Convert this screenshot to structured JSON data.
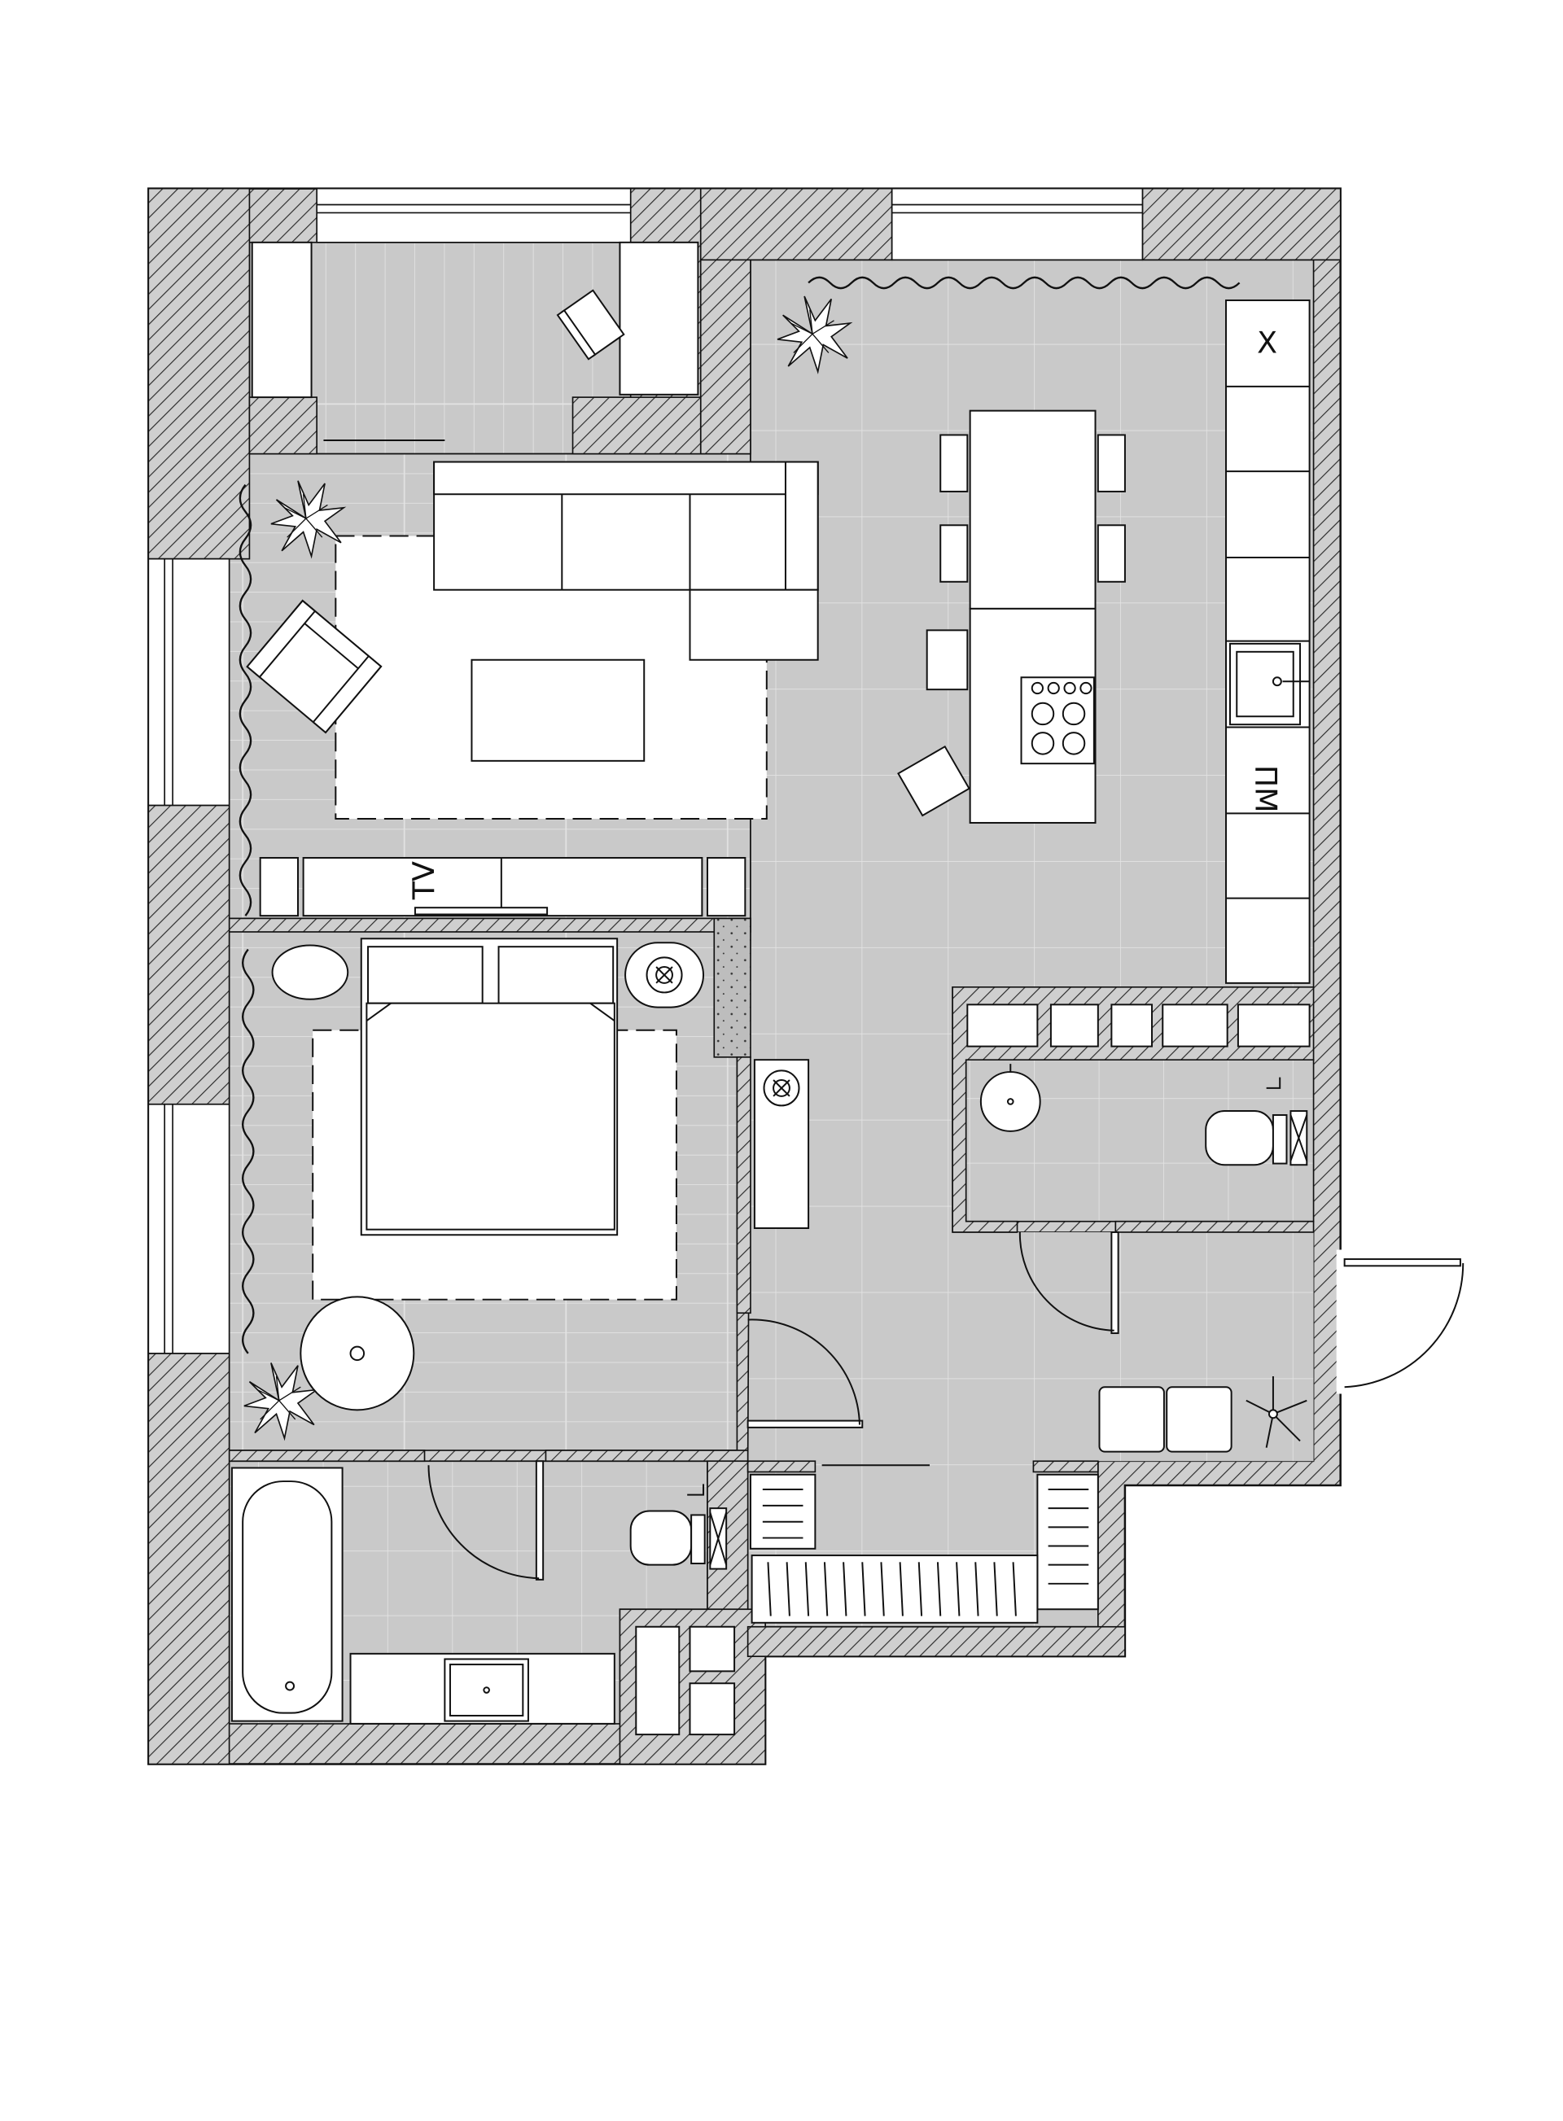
{
  "labels": {
    "fridge": "Х",
    "dishwasher": "ПМ",
    "tv": "TV"
  },
  "colors": {
    "wall_fill": "#c8c8c8",
    "wall_hatch": "#2a2a2a",
    "floor": "#c9c9c9",
    "furniture": "#ffffff",
    "line": "#1a1a1a",
    "tile_line": "#e2e2e2",
    "background": "#ffffff"
  }
}
